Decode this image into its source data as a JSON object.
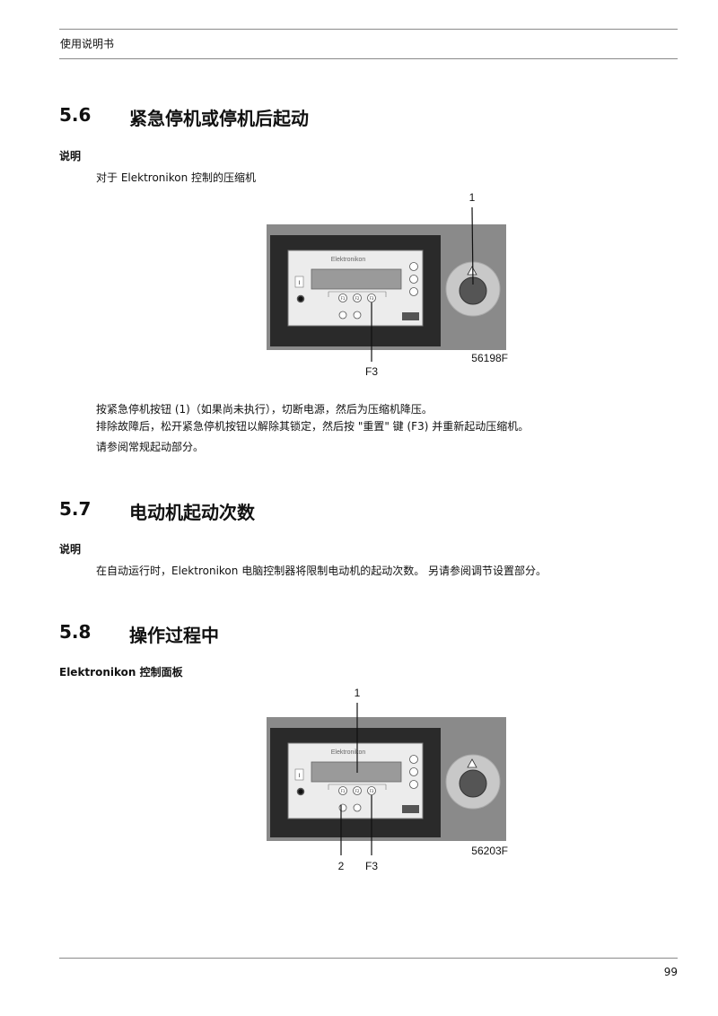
{
  "header": {
    "title": "使用说明书"
  },
  "sections": [
    {
      "number": "5.6",
      "title": "紧急停机或停机后起动",
      "subheading": "说明",
      "intro": "对于 Elektronikon 控制的压缩机",
      "figure": {
        "callout_1": "1",
        "callout_f3": "F3",
        "code": "56198F",
        "brand": "Elektronikon"
      },
      "paragraphs": [
        "按紧急停机按钮 (1)（如果尚未执行），切断电源，然后为压缩机降压。",
        "排除故障后，松开紧急停机按钮以解除其锁定，然后按 \"重置\" 键 (F3) 并重新起动压缩机。",
        "请参阅常规起动部分。"
      ]
    },
    {
      "number": "5.7",
      "title": "电动机起动次数",
      "subheading": "说明",
      "paragraphs": [
        "在自动运行时，Elektronikon 电脑控制器将限制电动机的起动次数。 另请参阅调节设置部分。"
      ]
    },
    {
      "number": "5.8",
      "title": "操作过程中",
      "subheading": "Elektronikon 控制面板",
      "figure": {
        "callout_1": "1",
        "callout_2": "2",
        "callout_f3": "F3",
        "code": "56203F",
        "brand": "Elektronikon"
      }
    }
  ],
  "panel_keys": {
    "f1": "F1",
    "f2": "F2",
    "f3": "F3",
    "power": "I"
  },
  "footer": {
    "page_number": "99"
  }
}
